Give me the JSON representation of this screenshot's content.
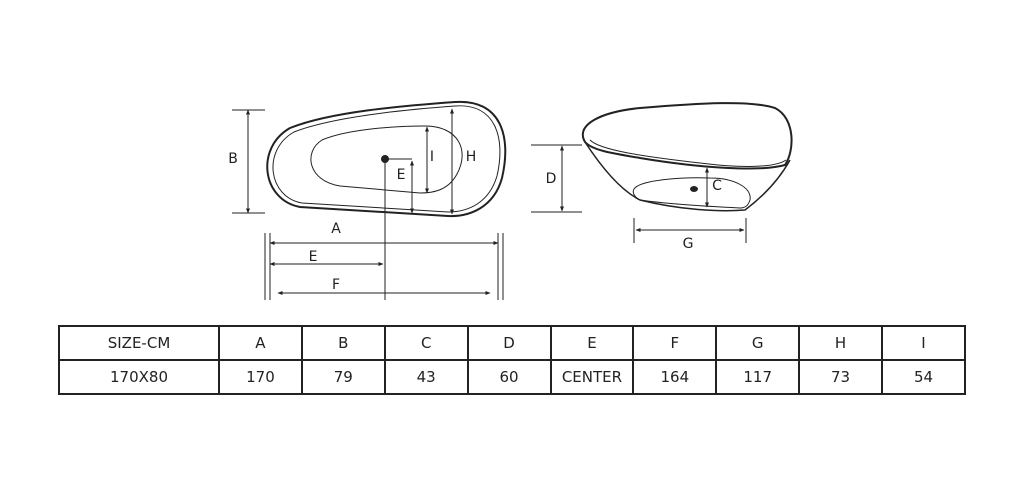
{
  "diagram": {
    "top_view_labels": {
      "A": "A",
      "B": "B",
      "E_inner": "E",
      "E_bottom": "E",
      "F": "F",
      "H": "H",
      "I": "I"
    },
    "side_view_labels": {
      "C": "C",
      "D": "D",
      "G": "G"
    }
  },
  "table": {
    "headers": [
      "SIZE-CM",
      "A",
      "B",
      "C",
      "D",
      "E",
      "F",
      "G",
      "H",
      "I"
    ],
    "rows": [
      [
        "170X80",
        "170",
        "79",
        "43",
        "60",
        "CENTER",
        "164",
        "117",
        "73",
        "54"
      ]
    ]
  }
}
